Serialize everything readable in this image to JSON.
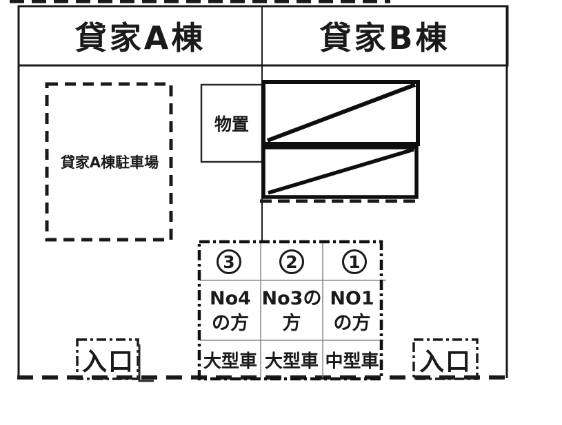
{
  "site_plan": {
    "buildings": {
      "a": {
        "label": "貸家A棟"
      },
      "b": {
        "label": "貸家B棟"
      }
    },
    "parking_a": {
      "label": "貸家A棟駐車場"
    },
    "storage": {
      "label": "物置"
    },
    "entrances": {
      "left": {
        "label": "入口"
      },
      "right": {
        "label": "入口"
      }
    },
    "parking_grid": {
      "stalls": [
        {
          "number": "3",
          "user": "No4\nの方",
          "vehicle": "大型車"
        },
        {
          "number": "2",
          "user": "No3の\n方",
          "vehicle": "大型車"
        },
        {
          "number": "1",
          "user": "NO1\nの方",
          "vehicle": "中型車"
        }
      ]
    }
  },
  "colors": {
    "ink": "#1a1a1a",
    "grid_inner_line": "#8a8a8a",
    "background": "#ffffff"
  }
}
